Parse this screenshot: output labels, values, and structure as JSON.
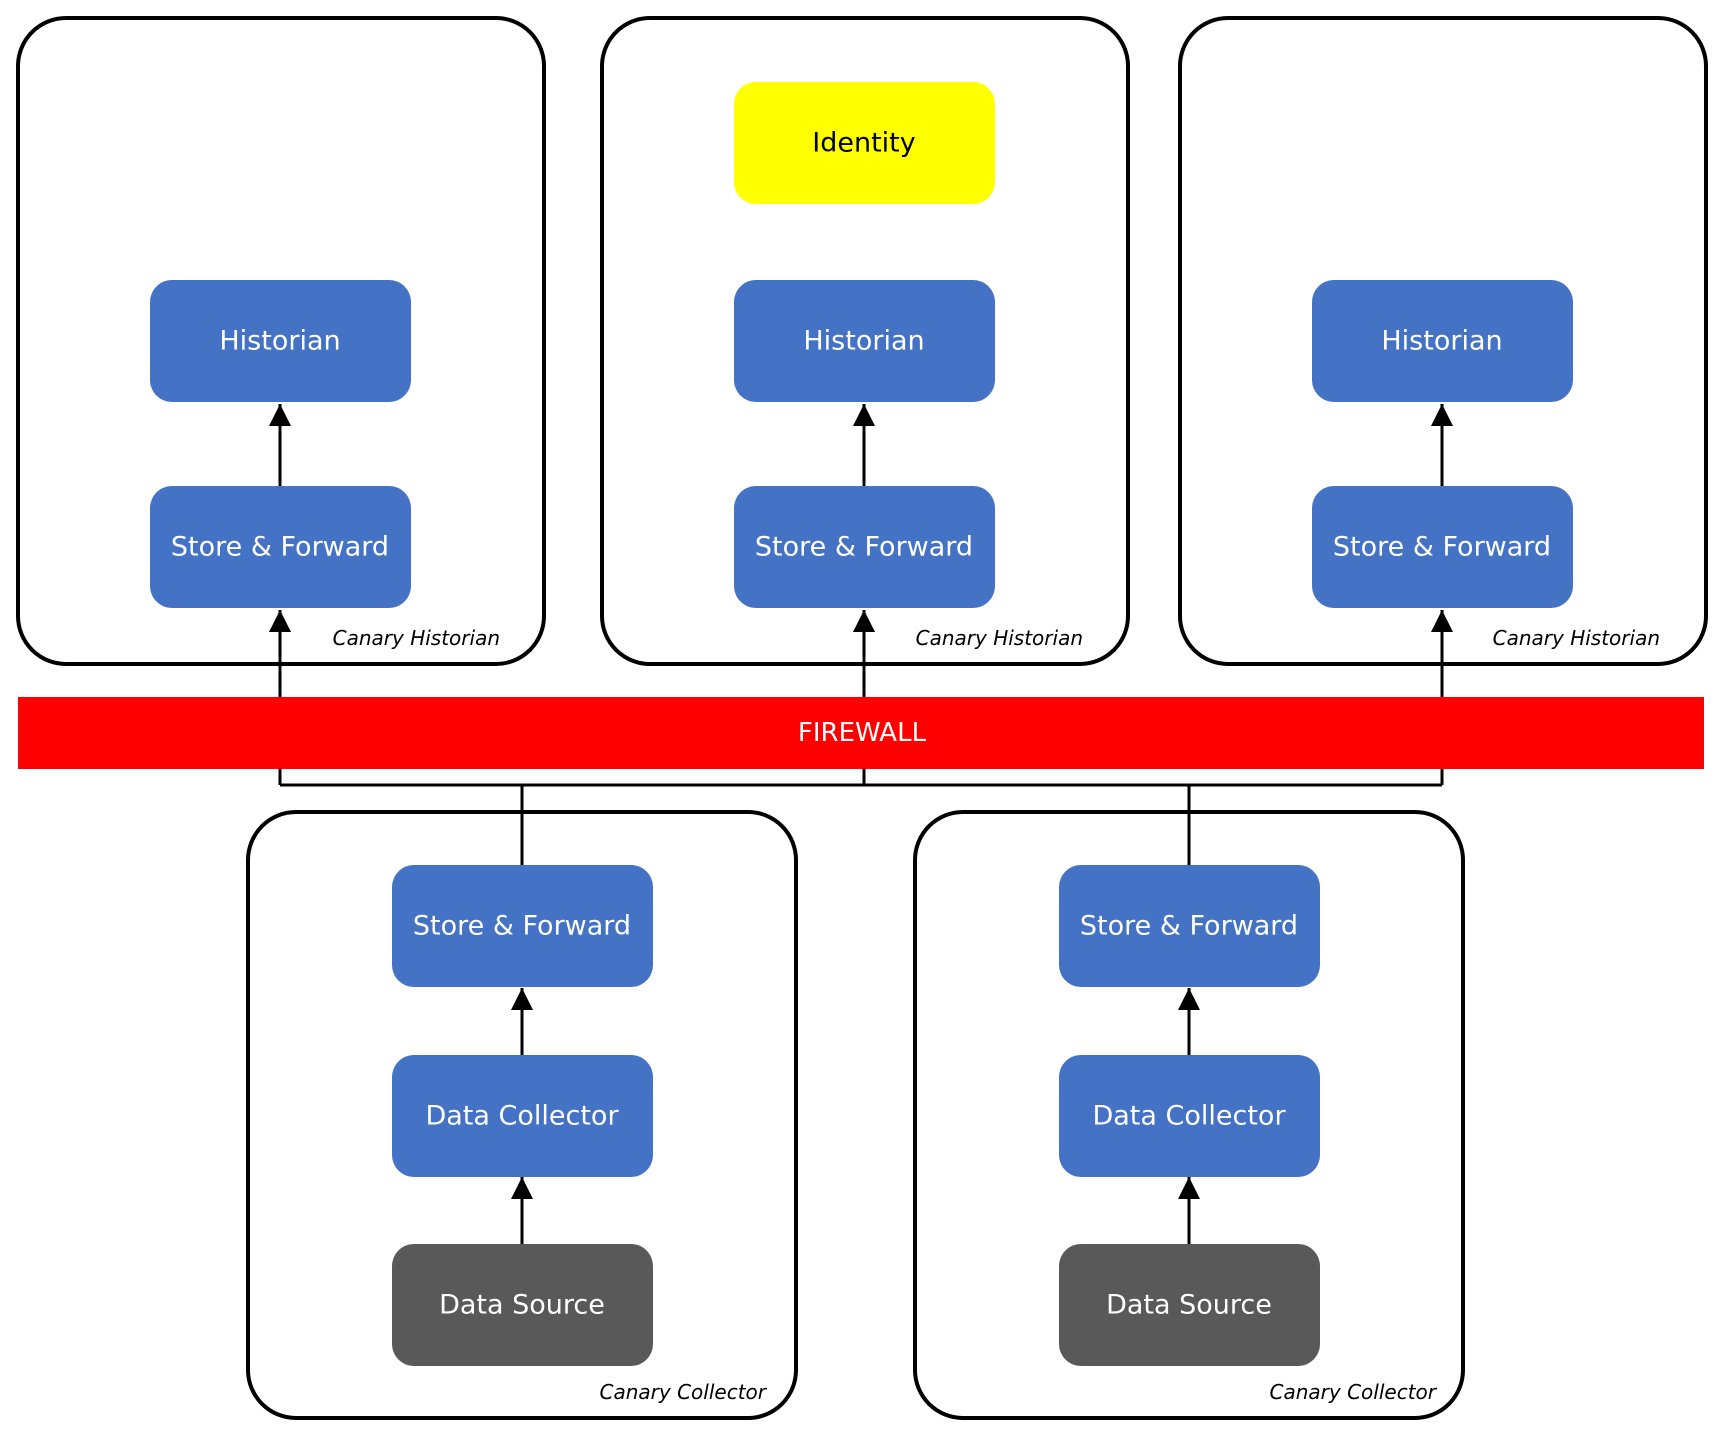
{
  "colors": {
    "component": "#4472C4",
    "source": "#595959",
    "identity": "#FFFF00",
    "firewall": "#FF0000",
    "text_light": "#FFFFFF",
    "text_dark": "#000000",
    "line": "#000000"
  },
  "historians": [
    {
      "label": "Canary Historian",
      "historian": "Historian",
      "store_forward": "Store & Forward"
    },
    {
      "label": "Canary Historian",
      "identity": "Identity",
      "historian": "Historian",
      "store_forward": "Store & Forward"
    },
    {
      "label": "Canary Historian",
      "historian": "Historian",
      "store_forward": "Store & Forward"
    }
  ],
  "firewall": {
    "label": "FIREWALL"
  },
  "collectors": [
    {
      "label": "Canary Collector",
      "store_forward": "Store & Forward",
      "data_collector": "Data Collector",
      "data_source": "Data Source"
    },
    {
      "label": "Canary Collector",
      "store_forward": "Store & Forward",
      "data_collector": "Data Collector",
      "data_source": "Data Source"
    }
  ]
}
